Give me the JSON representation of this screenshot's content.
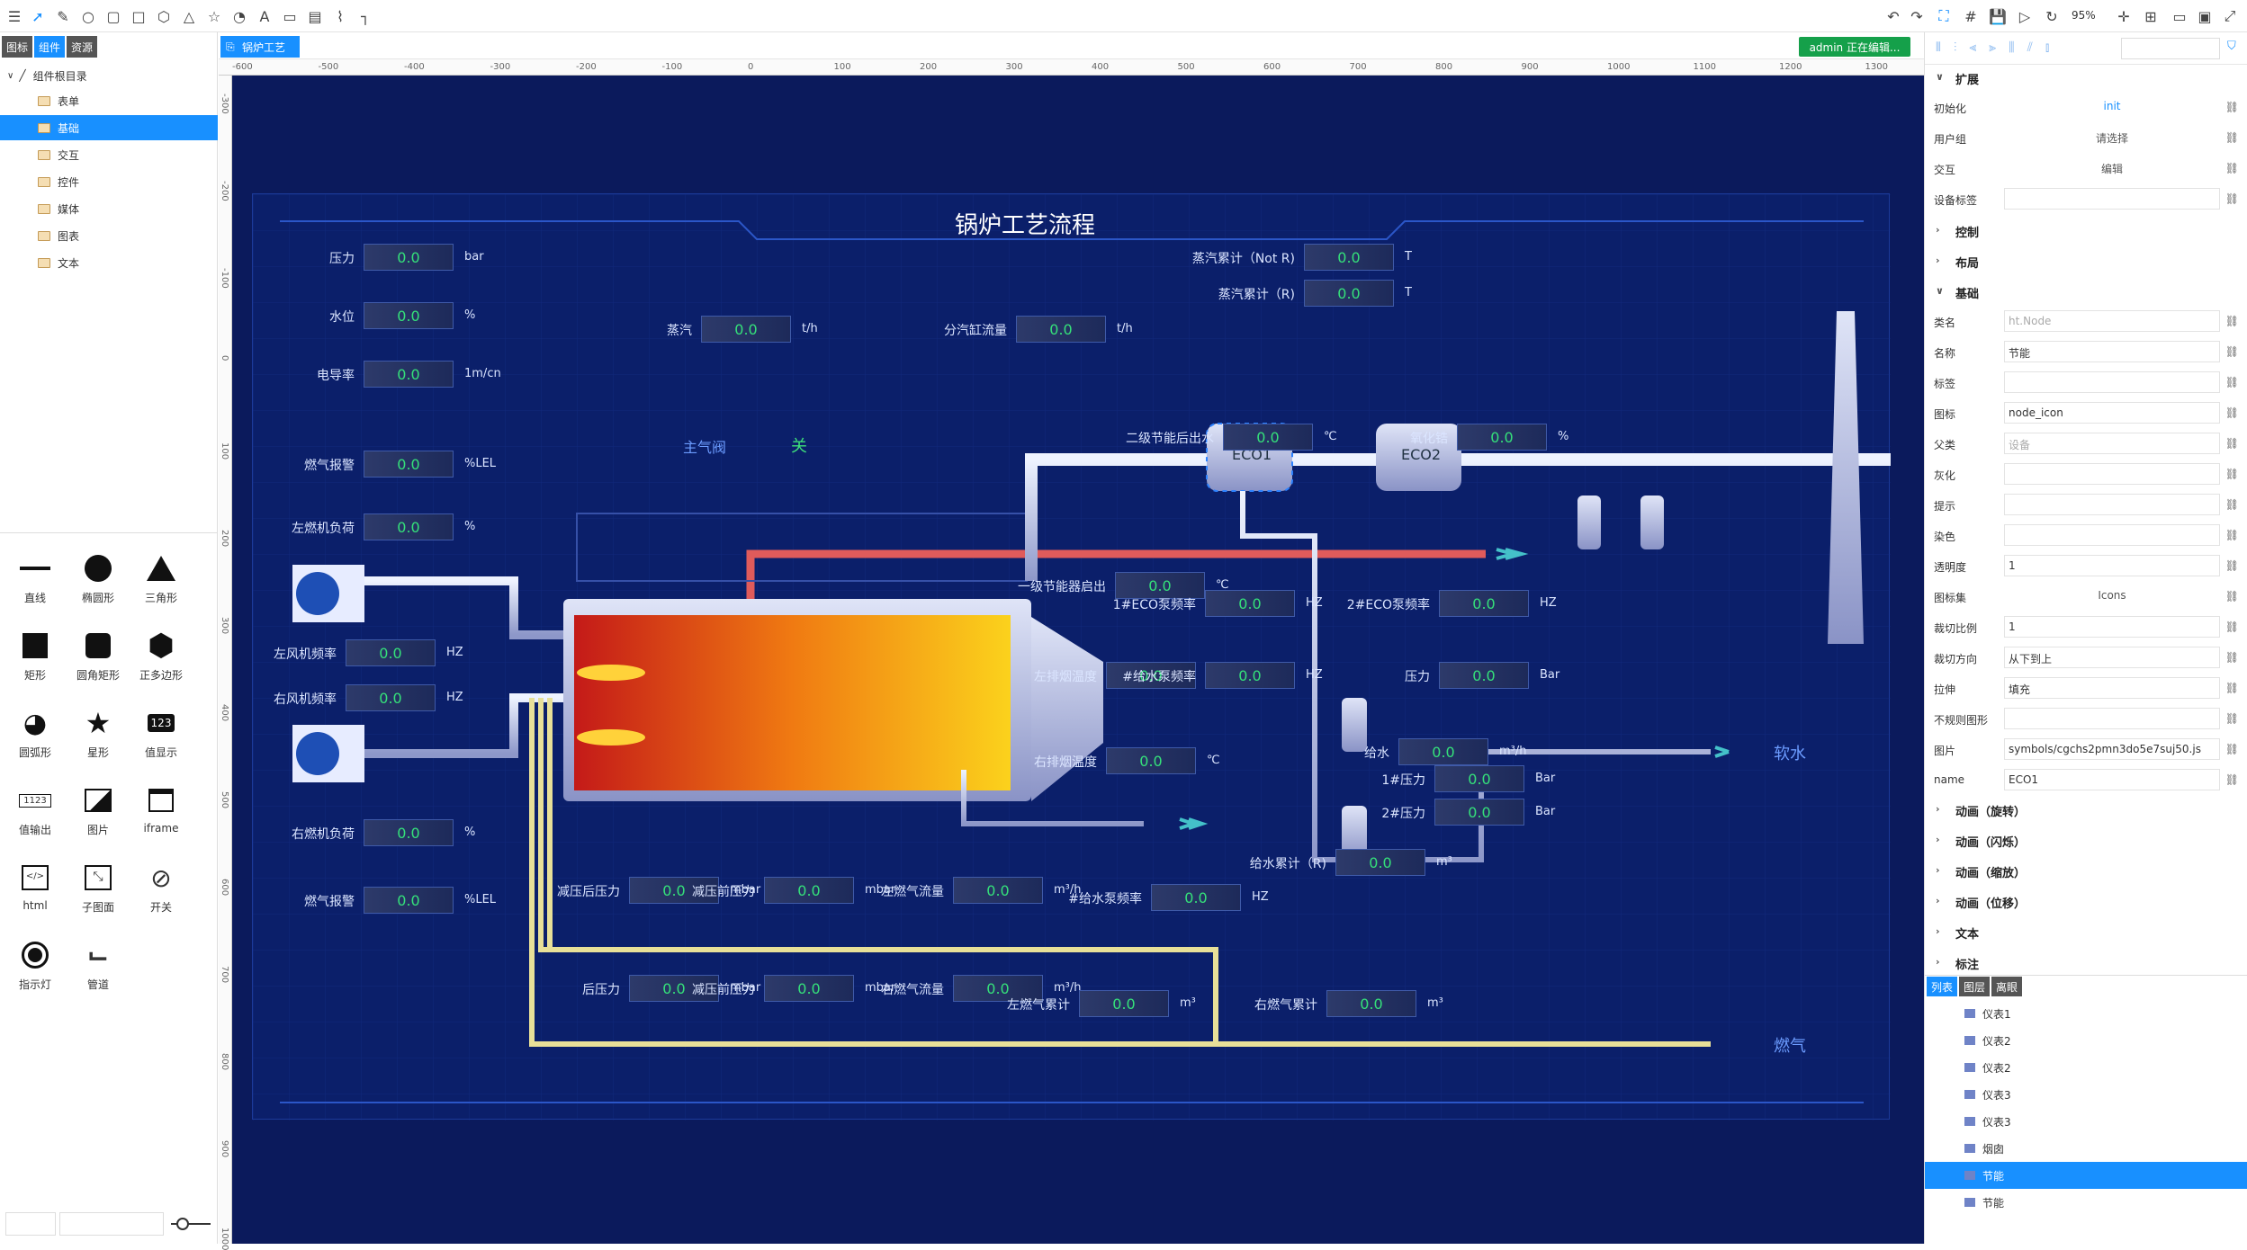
{
  "toolbar": {
    "zoom": "95%"
  },
  "left": {
    "tabs": [
      "图标",
      "组件",
      "资源"
    ],
    "tree_root": "组件根目录",
    "tree": [
      "表单",
      "基础",
      "交互",
      "控件",
      "媒体",
      "图表",
      "文本"
    ],
    "palette": [
      "直线",
      "椭圆形",
      "三角形",
      "矩形",
      "圆角矩形",
      "正多边形",
      "圆弧形",
      "星形",
      "值显示",
      "值输出",
      "图片",
      "iframe",
      "html",
      "子图面",
      "开关",
      "指示灯",
      "管道"
    ]
  },
  "editor": {
    "tab": "锅炉工艺",
    "status": "admin 正在编辑..."
  },
  "ruler_h": [
    "-600",
    "-500",
    "-400",
    "-300",
    "-200",
    "-100",
    "0",
    "100",
    "200",
    "300",
    "400",
    "500",
    "600",
    "700",
    "800",
    "900",
    "1000",
    "1100",
    "1200",
    "1300"
  ],
  "ruler_v": [
    "-300",
    "-200",
    "-100",
    "0",
    "100",
    "200",
    "300",
    "400",
    "500",
    "600",
    "700",
    "800",
    "900",
    "1000"
  ],
  "hmi": {
    "title": "锅炉工艺流程",
    "valve_label": "主气阀",
    "valve_state": "关",
    "eco1": "ECO1",
    "eco2": "ECO2",
    "soft_water": "软水",
    "gas": "燃气",
    "readings": [
      {
        "label": "压力",
        "value": "0.0",
        "unit": "bar"
      },
      {
        "label": "水位",
        "value": "0.0",
        "unit": "%"
      },
      {
        "label": "电导率",
        "value": "0.0",
        "unit": "1m/cn"
      },
      {
        "label": "燃气报警",
        "value": "0.0",
        "unit": "%LEL"
      },
      {
        "label": "左燃机负荷",
        "value": "0.0",
        "unit": "%"
      },
      {
        "label": "左风机频率",
        "value": "0.0",
        "unit": "HZ"
      },
      {
        "label": "右风机频率",
        "value": "0.0",
        "unit": "HZ"
      },
      {
        "label": "右燃机负荷",
        "value": "0.0",
        "unit": "%"
      },
      {
        "label": "燃气报警",
        "value": "0.0",
        "unit": "%LEL"
      },
      {
        "label": "蒸汽",
        "value": "0.0",
        "unit": "t/h"
      },
      {
        "label": "分汽缸流量",
        "value": "0.0",
        "unit": "t/h"
      },
      {
        "label": "蒸汽累计（Not R)",
        "value": "0.0",
        "unit": "T"
      },
      {
        "label": "蒸汽累计（R)",
        "value": "0.0",
        "unit": "T"
      },
      {
        "label": "二级节能后出水",
        "value": "0.0",
        "unit": "℃"
      },
      {
        "label": "氧化锆",
        "value": "0.0",
        "unit": "%"
      },
      {
        "label": "一级节能器启出",
        "value": "0.0",
        "unit": "℃"
      },
      {
        "label": "左排烟温度",
        "value": "0.0",
        "unit": "℃"
      },
      {
        "label": "右排烟温度",
        "value": "0.0",
        "unit": "℃"
      },
      {
        "label": "1#ECO泵频率",
        "value": "0.0",
        "unit": "HZ"
      },
      {
        "label": "2#ECO泵频率",
        "value": "0.0",
        "unit": "HZ"
      },
      {
        "label": "#给水泵频率",
        "value": "0.0",
        "unit": "HZ"
      },
      {
        "label": "压力",
        "value": "0.0",
        "unit": "Bar"
      },
      {
        "label": "给水",
        "value": "0.0",
        "unit": "m³/h"
      },
      {
        "label": "1#压力",
        "value": "0.0",
        "unit": "Bar"
      },
      {
        "label": "2#压力",
        "value": "0.0",
        "unit": "Bar"
      },
      {
        "label": "给水累计（R)",
        "value": "0.0",
        "unit": "m³"
      },
      {
        "label": "#给水泵频率",
        "value": "0.0",
        "unit": "HZ"
      },
      {
        "label": "减压后压力",
        "value": "0.0",
        "unit": "mbar"
      },
      {
        "label": "减压前压力",
        "value": "0.0",
        "unit": "mbar"
      },
      {
        "label": "左燃气流量",
        "value": "0.0",
        "unit": "m³/h"
      },
      {
        "label": "后压力",
        "value": "0.0",
        "unit": "mbar"
      },
      {
        "label": "减压前压力",
        "value": "0.0",
        "unit": "mbar"
      },
      {
        "label": "右燃气流量",
        "value": "0.0",
        "unit": "m³/h"
      },
      {
        "label": "左燃气累计",
        "value": "0.0",
        "unit": "m³"
      },
      {
        "label": "右燃气累计",
        "value": "0.0",
        "unit": "m³"
      }
    ]
  },
  "right": {
    "sections": {
      "ext": "扩展",
      "control": "控制",
      "layout": "布局",
      "basic": "基础",
      "anim_rot": "动画（旋转）",
      "anim_flash": "动画（闪烁）",
      "anim_scale": "动画（缩放）",
      "anim_move": "动画（位移）",
      "text": "文本",
      "note": "标注"
    },
    "ext_rows": [
      {
        "k": "初始化",
        "v": "init"
      },
      {
        "k": "用户组",
        "v": "请选择"
      },
      {
        "k": "交互",
        "v": "编辑"
      },
      {
        "k": "设备标签",
        "v": ""
      }
    ],
    "basic_rows": [
      {
        "k": "类名",
        "v": "ht.Node"
      },
      {
        "k": "名称",
        "v": "节能"
      },
      {
        "k": "标签",
        "v": ""
      },
      {
        "k": "图标",
        "v": "node_icon"
      },
      {
        "k": "父类",
        "v": "设备"
      },
      {
        "k": "灰化",
        "v": ""
      },
      {
        "k": "提示",
        "v": ""
      },
      {
        "k": "染色",
        "v": ""
      },
      {
        "k": "透明度",
        "v": "1"
      },
      {
        "k": "图标集",
        "v": "Icons"
      },
      {
        "k": "裁切比例",
        "v": "1"
      },
      {
        "k": "裁切方向",
        "v": "从下到上"
      },
      {
        "k": "拉伸",
        "v": "填充"
      },
      {
        "k": "不规则图形",
        "v": ""
      },
      {
        "k": "图片",
        "v": "symbols/cgchs2pmn3do5e7suj50.js"
      },
      {
        "k": "name",
        "v": "ECO1"
      }
    ],
    "bottom_tabs": [
      "列表",
      "图层",
      "离眼"
    ],
    "bottom_items": [
      "仪表1",
      "仪表2",
      "仪表2",
      "仪表3",
      "仪表3",
      "烟囱",
      "节能",
      "节能"
    ]
  }
}
